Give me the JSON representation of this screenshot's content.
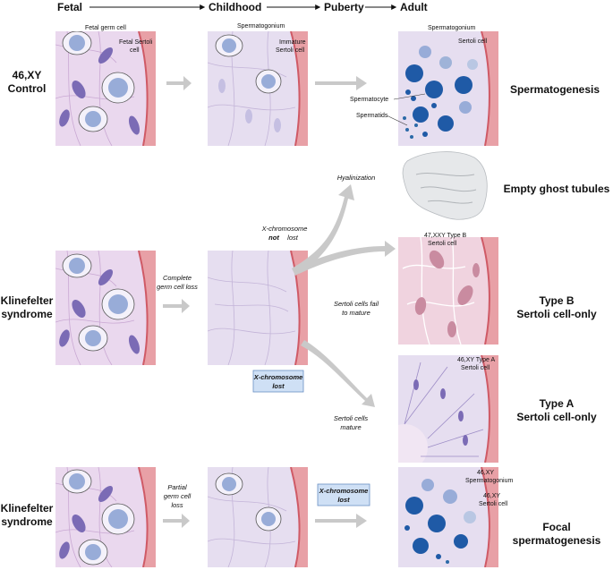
{
  "stages": [
    "Fetal",
    "Childhood",
    "Puberty",
    "Adult"
  ],
  "rows": {
    "control": {
      "label_line1": "46,XY",
      "label_line2": "Control"
    },
    "ks1": {
      "label_line1": "Klinefelter",
      "label_line2": "syndrome"
    },
    "ks2": {
      "label_line1": "Klinefelter",
      "label_line2": "syndrome"
    }
  },
  "labels": {
    "fetal_germ_cell": "Fetal germ cell",
    "fetal_sertoli_line1": "Fetal Sertoli",
    "fetal_sertoli_line2": "cell",
    "spermatogonium_child": "Spermatogonium",
    "immature_line1": "Immature",
    "immature_line2": "Sertoli cell",
    "spermatogonium_adult": "Spermatogonium",
    "sertoli_adult": "Sertoli cell",
    "spermatocyte": "Spermatocyte",
    "spermatids": "Spermatids",
    "typeb_line1": "47,XXY Type B",
    "typeb_line2": "Sertoli cell",
    "typea_line1": "46,XY Type A",
    "typea_line2": "Sertoli cell",
    "focal_sg_line1": "46,XY",
    "focal_sg_line2": "Spermatogonium",
    "focal_sc_line1": "46,XY",
    "focal_sc_line2": "Sertoli cell"
  },
  "annotations": {
    "hyalinization": "Hyalinization",
    "x_not_lost_a": "X-chromosome",
    "x_not_lost_b": "not",
    "x_not_lost_c": "lost",
    "complete_line1": "Complete",
    "complete_line2": "germ cell loss",
    "fail_line1": "Sertoli cells fail",
    "fail_line2": "to mature",
    "mature_line1": "Sertoli cells",
    "mature_line2": "mature",
    "partial_line1": "Partial",
    "partial_line2": "germ cell",
    "partial_line3": "loss",
    "xlost_box1_line1": "X-chromosome",
    "xlost_box1_line2": "lost",
    "xlost_box2_line1": "X-chromosome",
    "xlost_box2_line2": "lost"
  },
  "outcomes": {
    "spermatogenesis": "Spermatogenesis",
    "empty_ghost": "Empty ghost tubules",
    "typeb_line1": "Type B",
    "typeb_line2": "Sertoli cell-only",
    "typea_line1": "Type A",
    "typea_line2": "Sertoli cell-only",
    "focal_line1": "Focal",
    "focal_line2": "spermatogenesis"
  },
  "colors": {
    "tissue": "#e9dcf0",
    "tissue_pink": "#f0d3df",
    "membrane": "#cf5a66",
    "germ": "#9bb0da",
    "dark_nucleus": "#1f5aa6",
    "sertoli_nucleus": "#7b6bb5",
    "arrow": "#c9c9c9",
    "box": "#cfe0f5"
  }
}
